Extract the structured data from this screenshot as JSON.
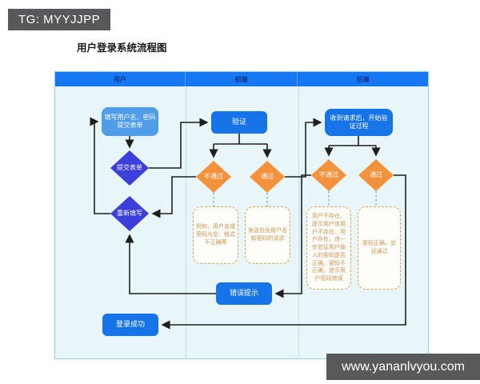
{
  "badge": {
    "text": "TG: MYYJJPP"
  },
  "watermark": {
    "text": "www.yananlvyou.com"
  },
  "title": "用户登录系统流程图",
  "lanes": [
    {
      "label": "用户"
    },
    {
      "label": "前端"
    },
    {
      "label": "后端"
    }
  ],
  "nodes": {
    "fill_form": "填写用户名、密码\n提交表单",
    "submit_form": "提交表单",
    "refill": "重新填写",
    "login_success": "登录成功",
    "verify": "验证",
    "fe_fail": "不通过",
    "fe_pass": "通过",
    "fe_note_fail": "例如，用户名或密码为空、格式不正确等",
    "fe_note_pass": "发送包含用户名和密码的请求",
    "error_tip": "错误提示",
    "receive": "收到请求后，开始验证过程",
    "be_fail": "不通过",
    "be_pass": "通过",
    "be_note_fail": "用户不存在，提示用户该用户不存在。用户存在，进一步验证用户输入的密码是否正确。密码不正确，提示用户密码错误",
    "be_note_pass": "密码正确，验证通过"
  },
  "edges": [
    {
      "from": "fill_form",
      "to": "submit_form"
    },
    {
      "from": "submit_form",
      "to": "verify"
    },
    {
      "from": "verify",
      "to": "fe_fail"
    },
    {
      "from": "verify",
      "to": "fe_pass"
    },
    {
      "from": "fe_fail",
      "to": "refill"
    },
    {
      "from": "fe_fail",
      "to": "fe_note_fail",
      "style": "dashed"
    },
    {
      "from": "fe_pass",
      "to": "fe_note_pass",
      "style": "dashed"
    },
    {
      "from": "fe_pass",
      "to": "receive"
    },
    {
      "from": "receive",
      "to": "be_fail"
    },
    {
      "from": "receive",
      "to": "be_pass"
    },
    {
      "from": "be_fail",
      "to": "error_tip"
    },
    {
      "from": "be_fail",
      "to": "be_note_fail",
      "style": "dashed"
    },
    {
      "from": "be_pass",
      "to": "be_note_pass",
      "style": "dashed"
    },
    {
      "from": "be_pass",
      "to": "login_success"
    },
    {
      "from": "error_tip",
      "to": "refill"
    },
    {
      "from": "refill",
      "to": "fill_form"
    }
  ],
  "colors": {
    "lane_header": "#1677f2",
    "lane_body": "#e9f6f9",
    "process_blue": "#1673e8",
    "process_lightblue": "#4f9ce8",
    "decision_indigo": "#3c3fd9",
    "decision_orange": "#f2923c",
    "note_orange": "#dda05f",
    "badge_gray": "#58585a"
  }
}
